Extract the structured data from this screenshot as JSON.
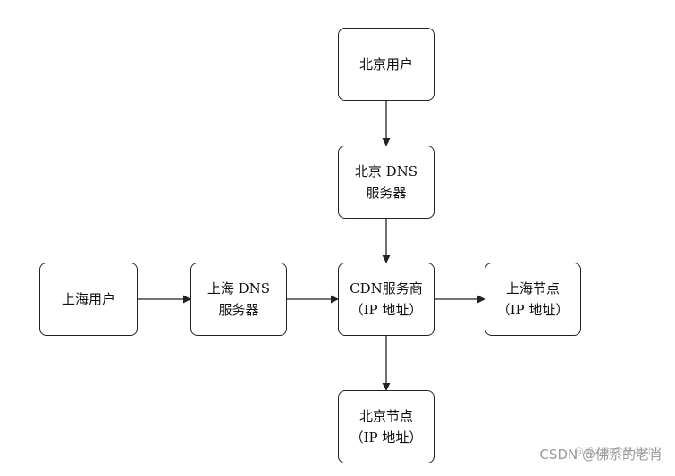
{
  "diagram": {
    "nodes": {
      "beijing_user": [
        "北京用户"
      ],
      "beijing_dns": [
        "北京 DNS",
        "服务器"
      ],
      "cdn": [
        "CDN服务商",
        "（IP 地址）"
      ],
      "shanghai_user": [
        "上海用户"
      ],
      "shanghai_dns": [
        "上海 DNS",
        "服务器"
      ],
      "shanghai_node": [
        "上海节点",
        "（IP 地址）"
      ],
      "beijing_node": [
        "北京节点",
        "（IP 地址）"
      ]
    },
    "edges": [
      [
        "beijing_user",
        "beijing_dns"
      ],
      [
        "beijing_dns",
        "cdn"
      ],
      [
        "shanghai_user",
        "shanghai_dns"
      ],
      [
        "shanghai_dns",
        "cdn"
      ],
      [
        "cdn",
        "shanghai_node"
      ],
      [
        "cdn",
        "beijing_node"
      ]
    ]
  },
  "watermark": {
    "main": "CSDN @佛系的老肖",
    "ghost": "@稀土掘金技术社区"
  },
  "colors": {
    "stroke": "#222222",
    "background": "#ffffff",
    "watermark": "#9a9a9a"
  }
}
